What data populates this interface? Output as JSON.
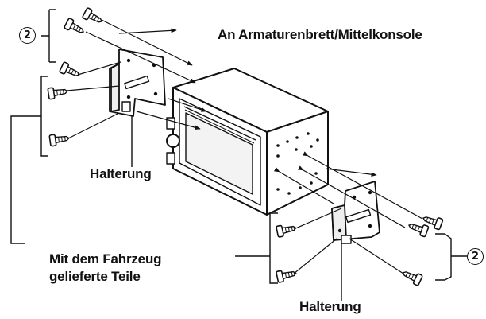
{
  "labels": {
    "top_heading": "An Armaturenbrett/Mittelkonsole",
    "bracket_left": "Halterung",
    "bracket_right": "Halterung",
    "supplied_parts_line1": "Mit dem Fahrzeug",
    "supplied_parts_line2": "gelieferte Teile",
    "screw_ref_top": "2",
    "screw_ref_right": "2"
  },
  "colors": {
    "ink": "#111111",
    "background": "#ffffff"
  },
  "icons": {
    "screw": "screw-icon",
    "bracket": "mounting-bracket",
    "head_unit": "car-stereo-unit"
  }
}
